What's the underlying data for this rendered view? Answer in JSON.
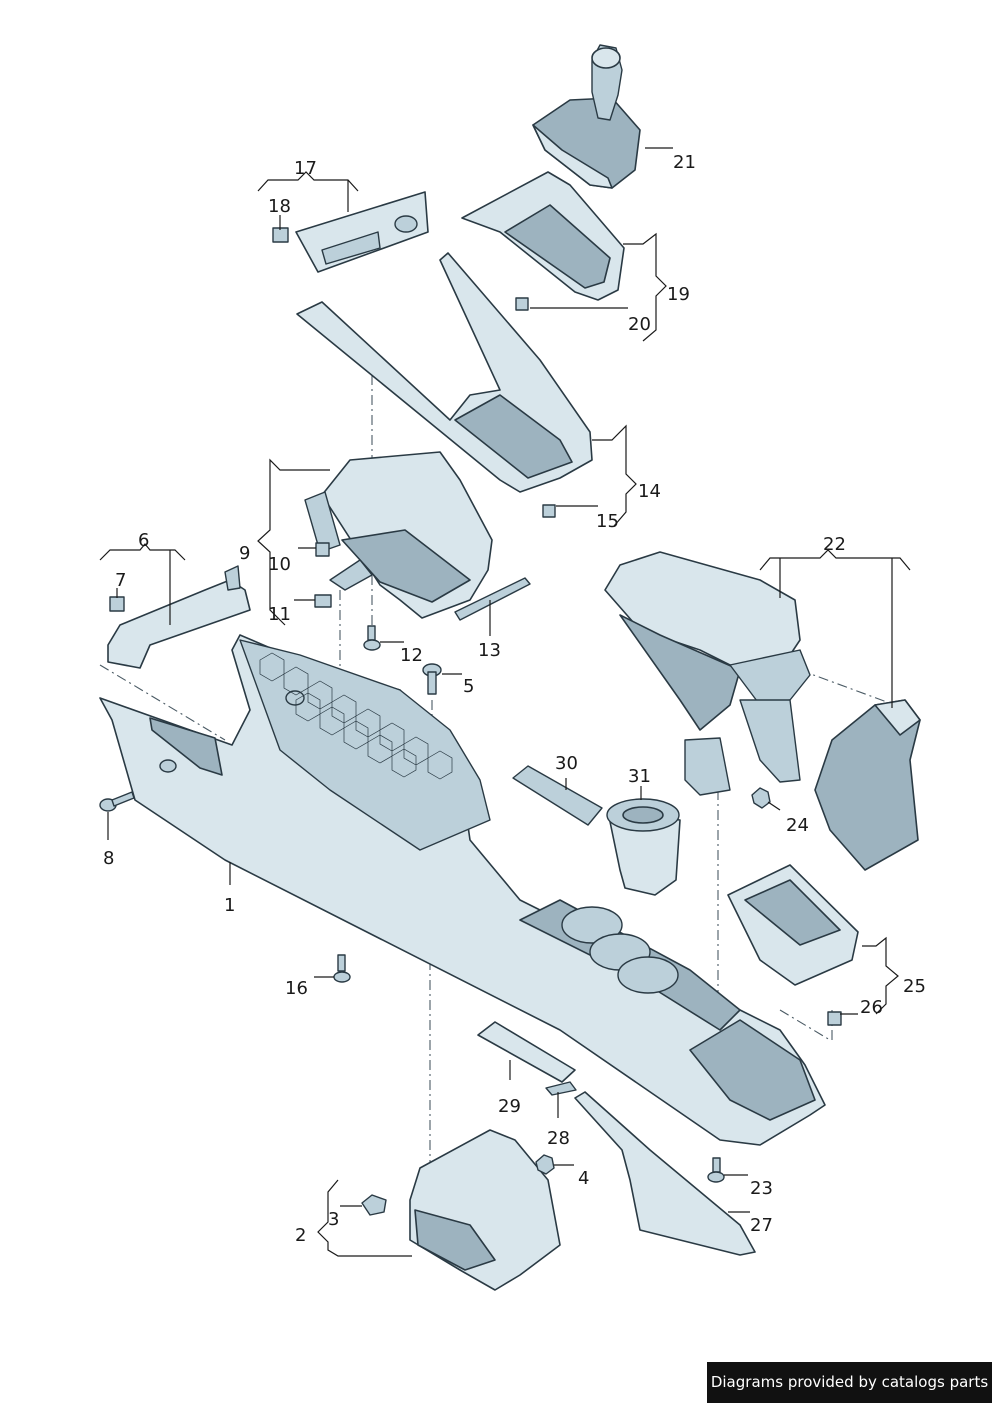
{
  "labels": {
    "l1": "1",
    "l2": "2",
    "l3": "3",
    "l4": "4",
    "l5": "5",
    "l6": "6",
    "l7": "7",
    "l8": "8",
    "l9": "9",
    "l10": "10",
    "l11": "11",
    "l12": "12",
    "l13": "13",
    "l14": "14",
    "l15": "15",
    "l16": "16",
    "l17": "17",
    "l18": "18",
    "l19": "19",
    "l20": "20",
    "l21": "21",
    "l22": "22",
    "l23": "23",
    "l24": "24",
    "l25": "25",
    "l26": "26",
    "l27": "27",
    "l28": "28",
    "l29": "29",
    "l30": "30",
    "l31": "31"
  },
  "credit": "Diagrams provided by catalogs parts"
}
